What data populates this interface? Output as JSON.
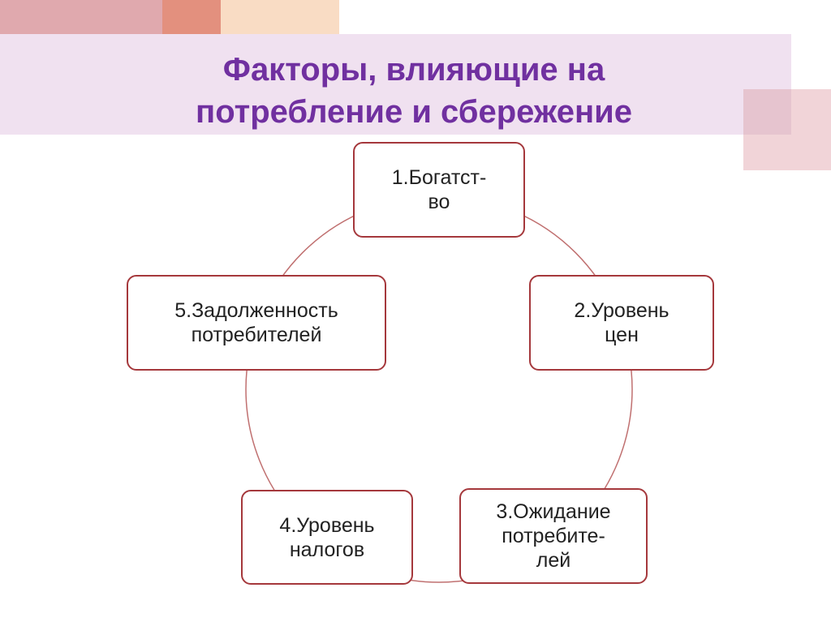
{
  "slide": {
    "title_line1": "Факторы, влияющие на",
    "title_line2": "потребление и сбережение"
  },
  "diagram": {
    "type": "cycle",
    "nodes": [
      {
        "id": "1",
        "label": "1.Богатст-\nво"
      },
      {
        "id": "2",
        "label": "2.Уровень\nцен"
      },
      {
        "id": "3",
        "label": "3.Ожидание\nпотребите-\nлей"
      },
      {
        "id": "4",
        "label": "4.Уровень\nналогов"
      },
      {
        "id": "5",
        "label": "5.Задолженность\nпотребителей"
      }
    ]
  },
  "colors": {
    "title": "#7030a0",
    "box_border": "#a5383c",
    "ring": "#c07070"
  }
}
